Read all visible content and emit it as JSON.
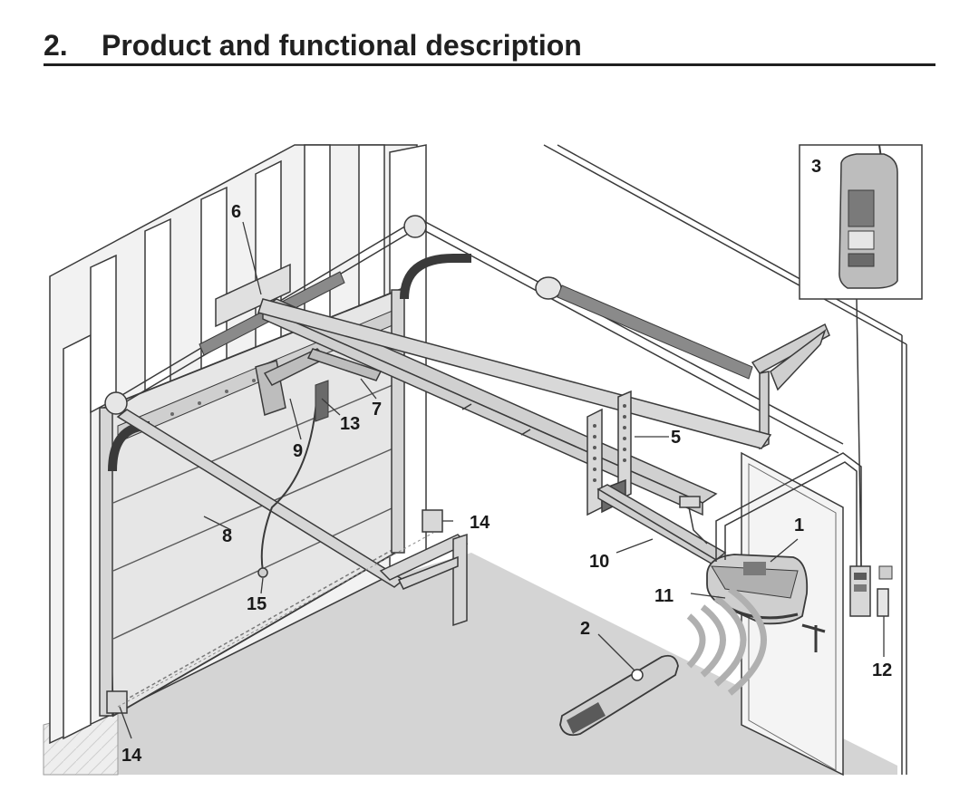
{
  "heading": {
    "number": "2.",
    "title": "Product and functional description"
  },
  "callouts": [
    {
      "id": "c1",
      "label": "1"
    },
    {
      "id": "c2",
      "label": "2"
    },
    {
      "id": "c3",
      "label": "3"
    },
    {
      "id": "c5",
      "label": "5"
    },
    {
      "id": "c6",
      "label": "6"
    },
    {
      "id": "c7",
      "label": "7"
    },
    {
      "id": "c8",
      "label": "8"
    },
    {
      "id": "c9",
      "label": "9"
    },
    {
      "id": "c10",
      "label": "10"
    },
    {
      "id": "c11",
      "label": "11"
    },
    {
      "id": "c12",
      "label": "12"
    },
    {
      "id": "c13",
      "label": "13"
    },
    {
      "id": "c14a",
      "label": "14"
    },
    {
      "id": "c14b",
      "label": "14"
    },
    {
      "id": "c15",
      "label": "15"
    }
  ],
  "colors": {
    "floor": "#d4d4d4",
    "door": "#e6e6e6",
    "line": "#3a3a3a",
    "metal": "#bdbdbd",
    "wall": "#f2f2f2"
  }
}
